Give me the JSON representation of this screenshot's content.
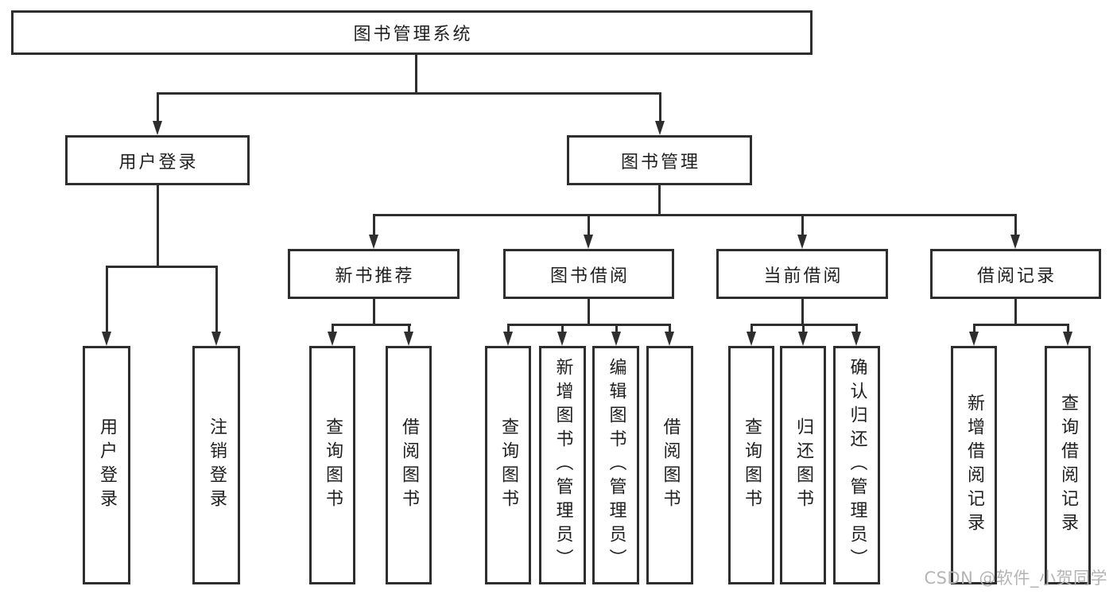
{
  "diagram": {
    "title": "图书管理系统",
    "nodes": {
      "root": {
        "label": "图书管理系统"
      },
      "user_login": {
        "label": "用户登录"
      },
      "book_mgmt": {
        "label": "图书管理"
      },
      "new_book": {
        "label": "新书推荐"
      },
      "borrow": {
        "label": "图书借阅"
      },
      "current": {
        "label": "当前借阅"
      },
      "records": {
        "label": "借阅记录"
      },
      "ul_login": {
        "label": "用户登录"
      },
      "ul_logout": {
        "label": "注销登录"
      },
      "nb_query": {
        "label": "查询图书"
      },
      "nb_borrow": {
        "label": "借阅图书"
      },
      "bb_query": {
        "label": "查询图书"
      },
      "bb_add": {
        "label": "新增图书（管理员）"
      },
      "bb_edit": {
        "label": "编辑图书（管理员）"
      },
      "bb_borrow": {
        "label": "借阅图书"
      },
      "cb_query": {
        "label": "查询图书"
      },
      "cb_return": {
        "label": "归还图书"
      },
      "cb_confirm": {
        "label": "确认归还（管理员）"
      },
      "br_add": {
        "label": "新增借阅记录"
      },
      "br_query": {
        "label": "查询借阅记录"
      }
    },
    "watermark": "CSDN @软件_小贺同学",
    "colors": {
      "line": "#2e2e2e",
      "box_background": "#ffffff",
      "text": "#1f1f1f",
      "watermark": "#b4b4b4",
      "page_background": "#ffffff"
    }
  }
}
